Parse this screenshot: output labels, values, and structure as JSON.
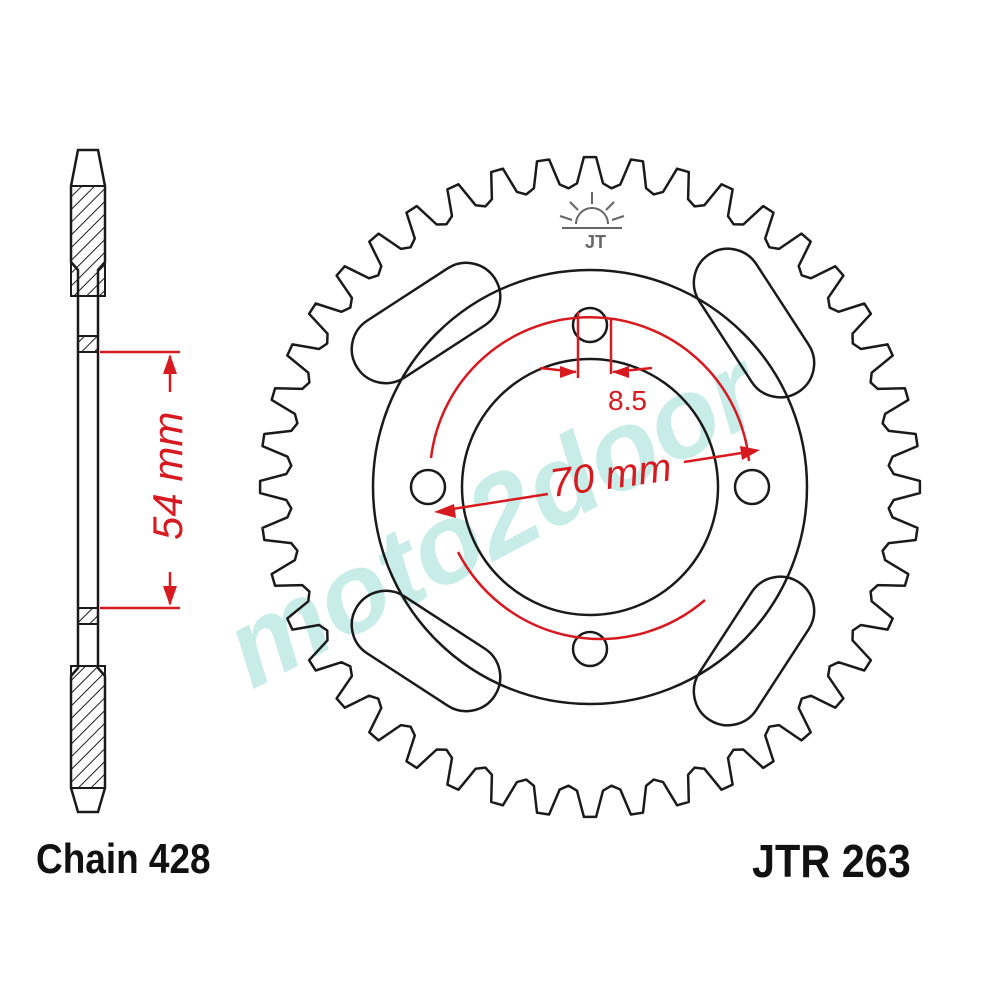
{
  "labels": {
    "chain": "Chain 428",
    "part_number": "JTR 263",
    "hub_height": "54 mm",
    "pcd": "70 mm",
    "bolt_hole": "8.5",
    "watermark": "moto2door"
  },
  "sprocket": {
    "teeth": 44,
    "bolt_holes": 4,
    "lightening_slots": 4
  },
  "colors": {
    "outline": "#1a1a1a",
    "dimension": "#d71920",
    "watermark": "#bfe9e4",
    "hatch": "#1a1a1a",
    "background": "#ffffff"
  },
  "icons": {
    "logo": "jt-sun-logo-icon"
  }
}
